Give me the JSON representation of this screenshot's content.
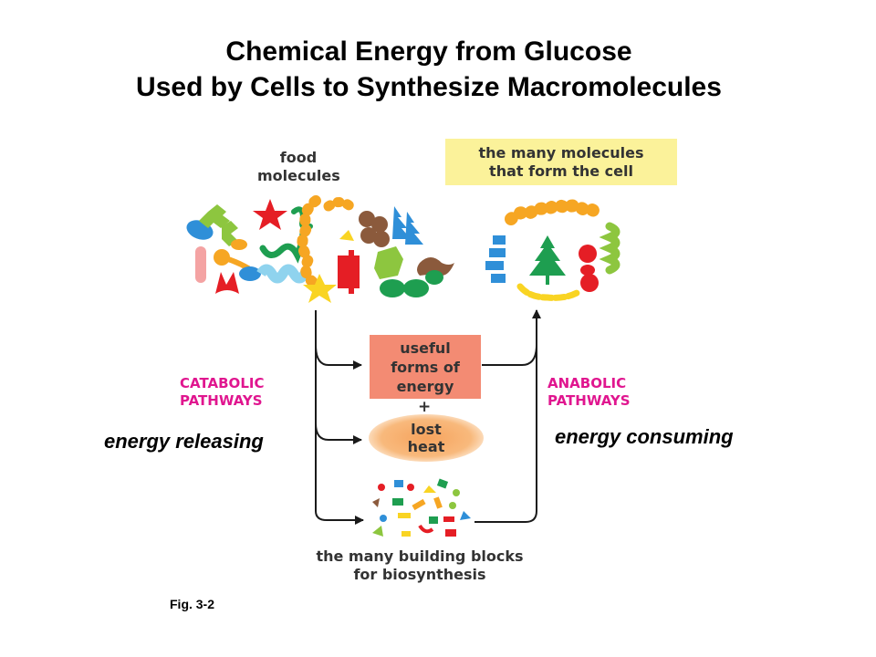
{
  "title": {
    "line1": "Chemical Energy from Glucose",
    "line2": "Used by Cells to Synthesize Macromolecules"
  },
  "labels": {
    "food_line1": "food",
    "food_line2": "molecules",
    "cell_line1": "the many molecules",
    "cell_line2": "that form the cell",
    "useful_line1": "useful",
    "useful_line2": "forms of",
    "useful_line3": "energy",
    "plus": "+",
    "heat_line1": "lost",
    "heat_line2": "heat",
    "catabolic_line1": "CATABOLIC",
    "catabolic_line2": "PATHWAYS",
    "anabolic_line1": "ANABOLIC",
    "anabolic_line2": "PATHWAYS",
    "blocks_line1": "the many building blocks",
    "blocks_line2": "for biosynthesis",
    "energy_releasing": "energy releasing",
    "energy_consuming": "energy consuming",
    "fig": "Fig. 3-2"
  },
  "colors": {
    "pathway_label": "#e0168f",
    "cell_box": "#fbf29a",
    "energy_box": "#f38b73",
    "heat_glow": "#f6a35d",
    "arrow": "#1a1a1a"
  }
}
